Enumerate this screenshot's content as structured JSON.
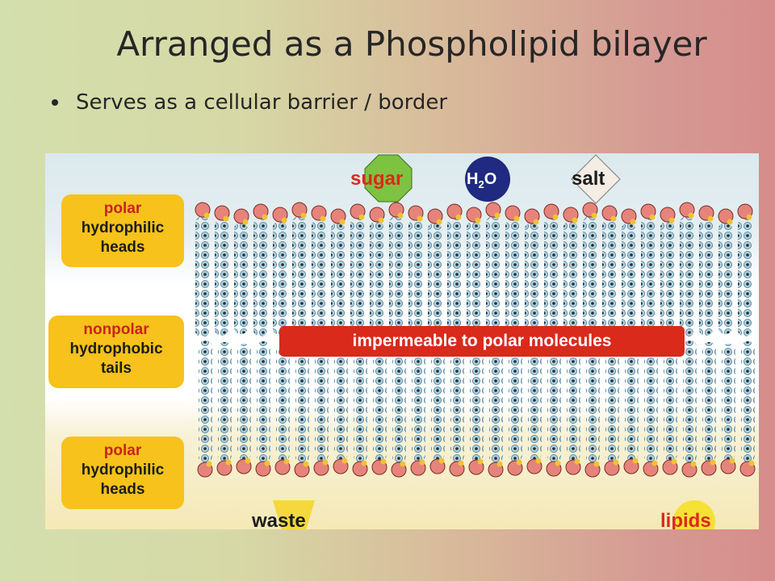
{
  "slide": {
    "title": "Arranged as a Phospholipid bilayer",
    "bullet": "Serves as a cellular barrier / border"
  },
  "figure": {
    "labels": {
      "top_heads": {
        "line1": "polar",
        "line2": "hydrophilic",
        "line3": "heads"
      },
      "tails": {
        "line1": "nonpolar",
        "line2": "hydrophobic",
        "line3": "tails"
      },
      "bottom_heads": {
        "line1": "polar",
        "line2": "hydrophilic",
        "line3": "heads"
      }
    },
    "impermeable": "impermeable to polar molecules",
    "molecules": {
      "sugar": "sugar",
      "water_main": "H",
      "water_sub": "2",
      "water_end": "O",
      "salt": "salt",
      "waste": "waste",
      "lipids": "lipids"
    }
  },
  "colors": {
    "label_fill": "#f6c21b",
    "label_red_text": "#c9241d",
    "banner_red": "#d92a1c",
    "sugar_green": "#7ec242",
    "water_navy": "#1f2a80",
    "head_salmon": "#e6837a",
    "tail_blue": "#a9cfe0"
  }
}
